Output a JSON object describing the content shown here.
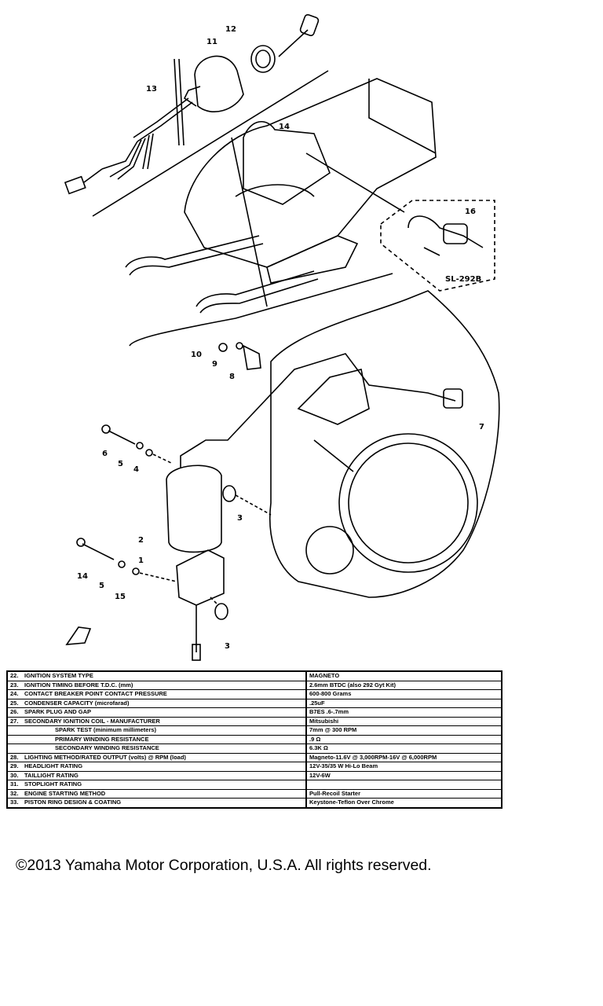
{
  "callouts": {
    "n1": "1",
    "n2": "2",
    "n3a": "3",
    "n3b": "3",
    "n4": "4",
    "n5a": "5",
    "n5b": "5",
    "n6": "6",
    "n7": "7",
    "n8": "8",
    "n9": "9",
    "n10": "10",
    "n11": "11",
    "n12": "12",
    "n13": "13",
    "n14": "14",
    "n15": "15",
    "n16": "16",
    "kit": "SL-292B"
  },
  "specs": [
    {
      "num": "22.",
      "label": "IGNITION SYSTEM TYPE",
      "value": "MAGNETO"
    },
    {
      "num": "23.",
      "label": "IGNITION TIMING BEFORE T.D.C. (mm)",
      "value": "2.6mm BTDC (also 292 Gyt Kit)"
    },
    {
      "num": "24.",
      "label": "CONTACT BREAKER POINT CONTACT PRESSURE",
      "value": "600-800 Grams"
    },
    {
      "num": "25.",
      "label": "CONDENSER CAPACITY (microfarad)",
      "value": ".25uF"
    },
    {
      "num": "26.",
      "label": "SPARK PLUG AND GAP",
      "value": "B7ES .6-.7mm"
    },
    {
      "num": "27.",
      "label": "SECONDARY IGNITION COIL - MANUFACTURER",
      "value": "Mitsubishi"
    },
    {
      "num": "",
      "label": "SPARK TEST (minimum millimeters)",
      "value": "7mm @ 300 RPM",
      "indent": true
    },
    {
      "num": "",
      "label": "PRIMARY WINDING RESISTANCE",
      "value": ".9 Ω",
      "indent": true
    },
    {
      "num": "",
      "label": "SECONDARY WINDING RESISTANCE",
      "value": "6.3K Ω",
      "indent": true
    },
    {
      "num": "28.",
      "label": "LIGHTING METHOD/RATED OUTPUT (volts) @ RPM (load)",
      "value": "Magneto-11.6V @ 3,000RPM-16V @ 6,000RPM"
    },
    {
      "num": "29.",
      "label": "HEADLIGHT RATING",
      "value": "12V-35/35 W Hi-Lo Beam"
    },
    {
      "num": "30.",
      "label": "TAILLIGHT RATING",
      "value": "12V-6W"
    },
    {
      "num": "31.",
      "label": "STOPLIGHT RATING",
      "value": ""
    },
    {
      "num": "32.",
      "label": "ENGINE STARTING METHOD",
      "value": "Pull-Recoil Starter"
    },
    {
      "num": "33.",
      "label": "PISTON RING DESIGN & COATING",
      "value": "Keystone-Teflon Over Chrome"
    }
  ],
  "copyright": "©2013 Yamaha Motor Corporation, U.S.A. All rights reserved."
}
